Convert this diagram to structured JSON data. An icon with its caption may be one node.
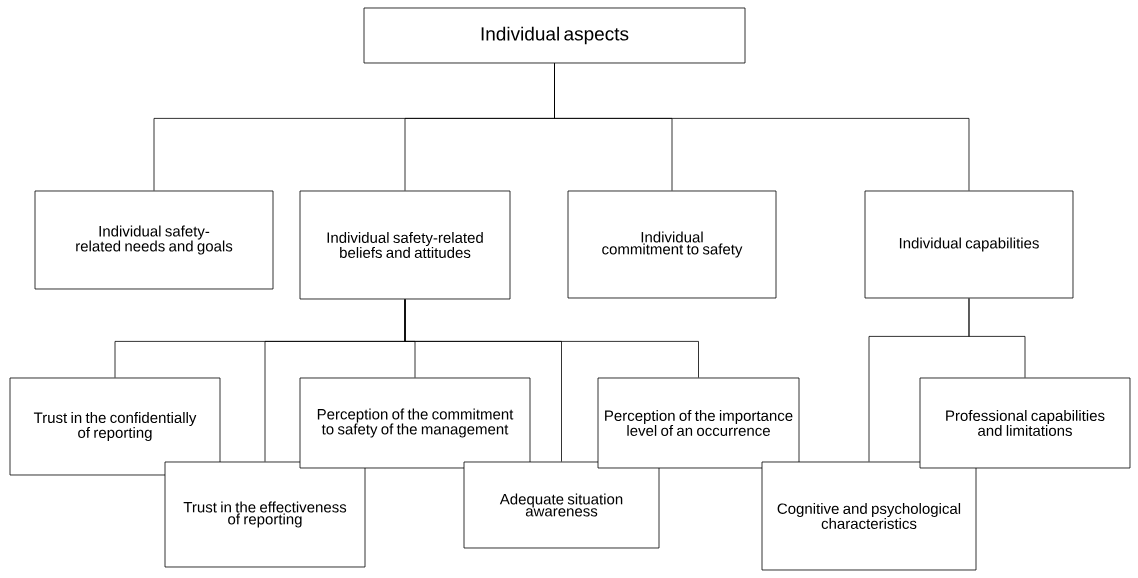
{
  "diagram": {
    "nodes": [
      {
        "text": [
          "Individual aspects"
        ]
      },
      {
        "text": [
          "Individual safety-related needs and goals"
        ]
      },
      {
        "text": [
          "Individual safety-related beliefs and attitudes"
        ]
      },
      {
        "text": [
          "Individual commitment to safety"
        ]
      },
      {
        "text": [
          "Individual capabilities"
        ]
      },
      {
        "text": [
          "Trust in the confidentially of reporting"
        ]
      },
      {
        "text": [
          "Trust in the effectiveness of reporting"
        ]
      },
      {
        "text": [
          "Perception of the commitment to safety of the management"
        ]
      },
      {
        "text": [
          "Adequate situation awareness"
        ]
      },
      {
        "text": [
          "Perception of the importance level of an occurrence"
        ]
      },
      {
        "text": [
          "Cognitive and psychological characteristics"
        ]
      },
      {
        "text": [
          "Professional capabilities and limitations"
        ]
      }
    ],
    "edges": [
      {
        "from": 0,
        "to": 1,
        "arrow": "none"
      },
      {
        "from": 0,
        "to": 2,
        "arrow": "none"
      },
      {
        "from": 0,
        "to": 3,
        "arrow": "none"
      },
      {
        "from": 0,
        "to": 4,
        "arrow": "none"
      },
      {
        "from": 2,
        "to": 5,
        "arrow": "none"
      },
      {
        "from": 2,
        "to": 6,
        "arrow": "none"
      },
      {
        "from": 2,
        "to": 7,
        "arrow": "none"
      },
      {
        "from": 2,
        "to": 8,
        "arrow": "none"
      },
      {
        "from": 2,
        "to": 9,
        "arrow": "none"
      },
      {
        "from": 4,
        "to": 10,
        "arrow": "none"
      },
      {
        "from": 4,
        "to": 11,
        "arrow": "none"
      }
    ]
  }
}
